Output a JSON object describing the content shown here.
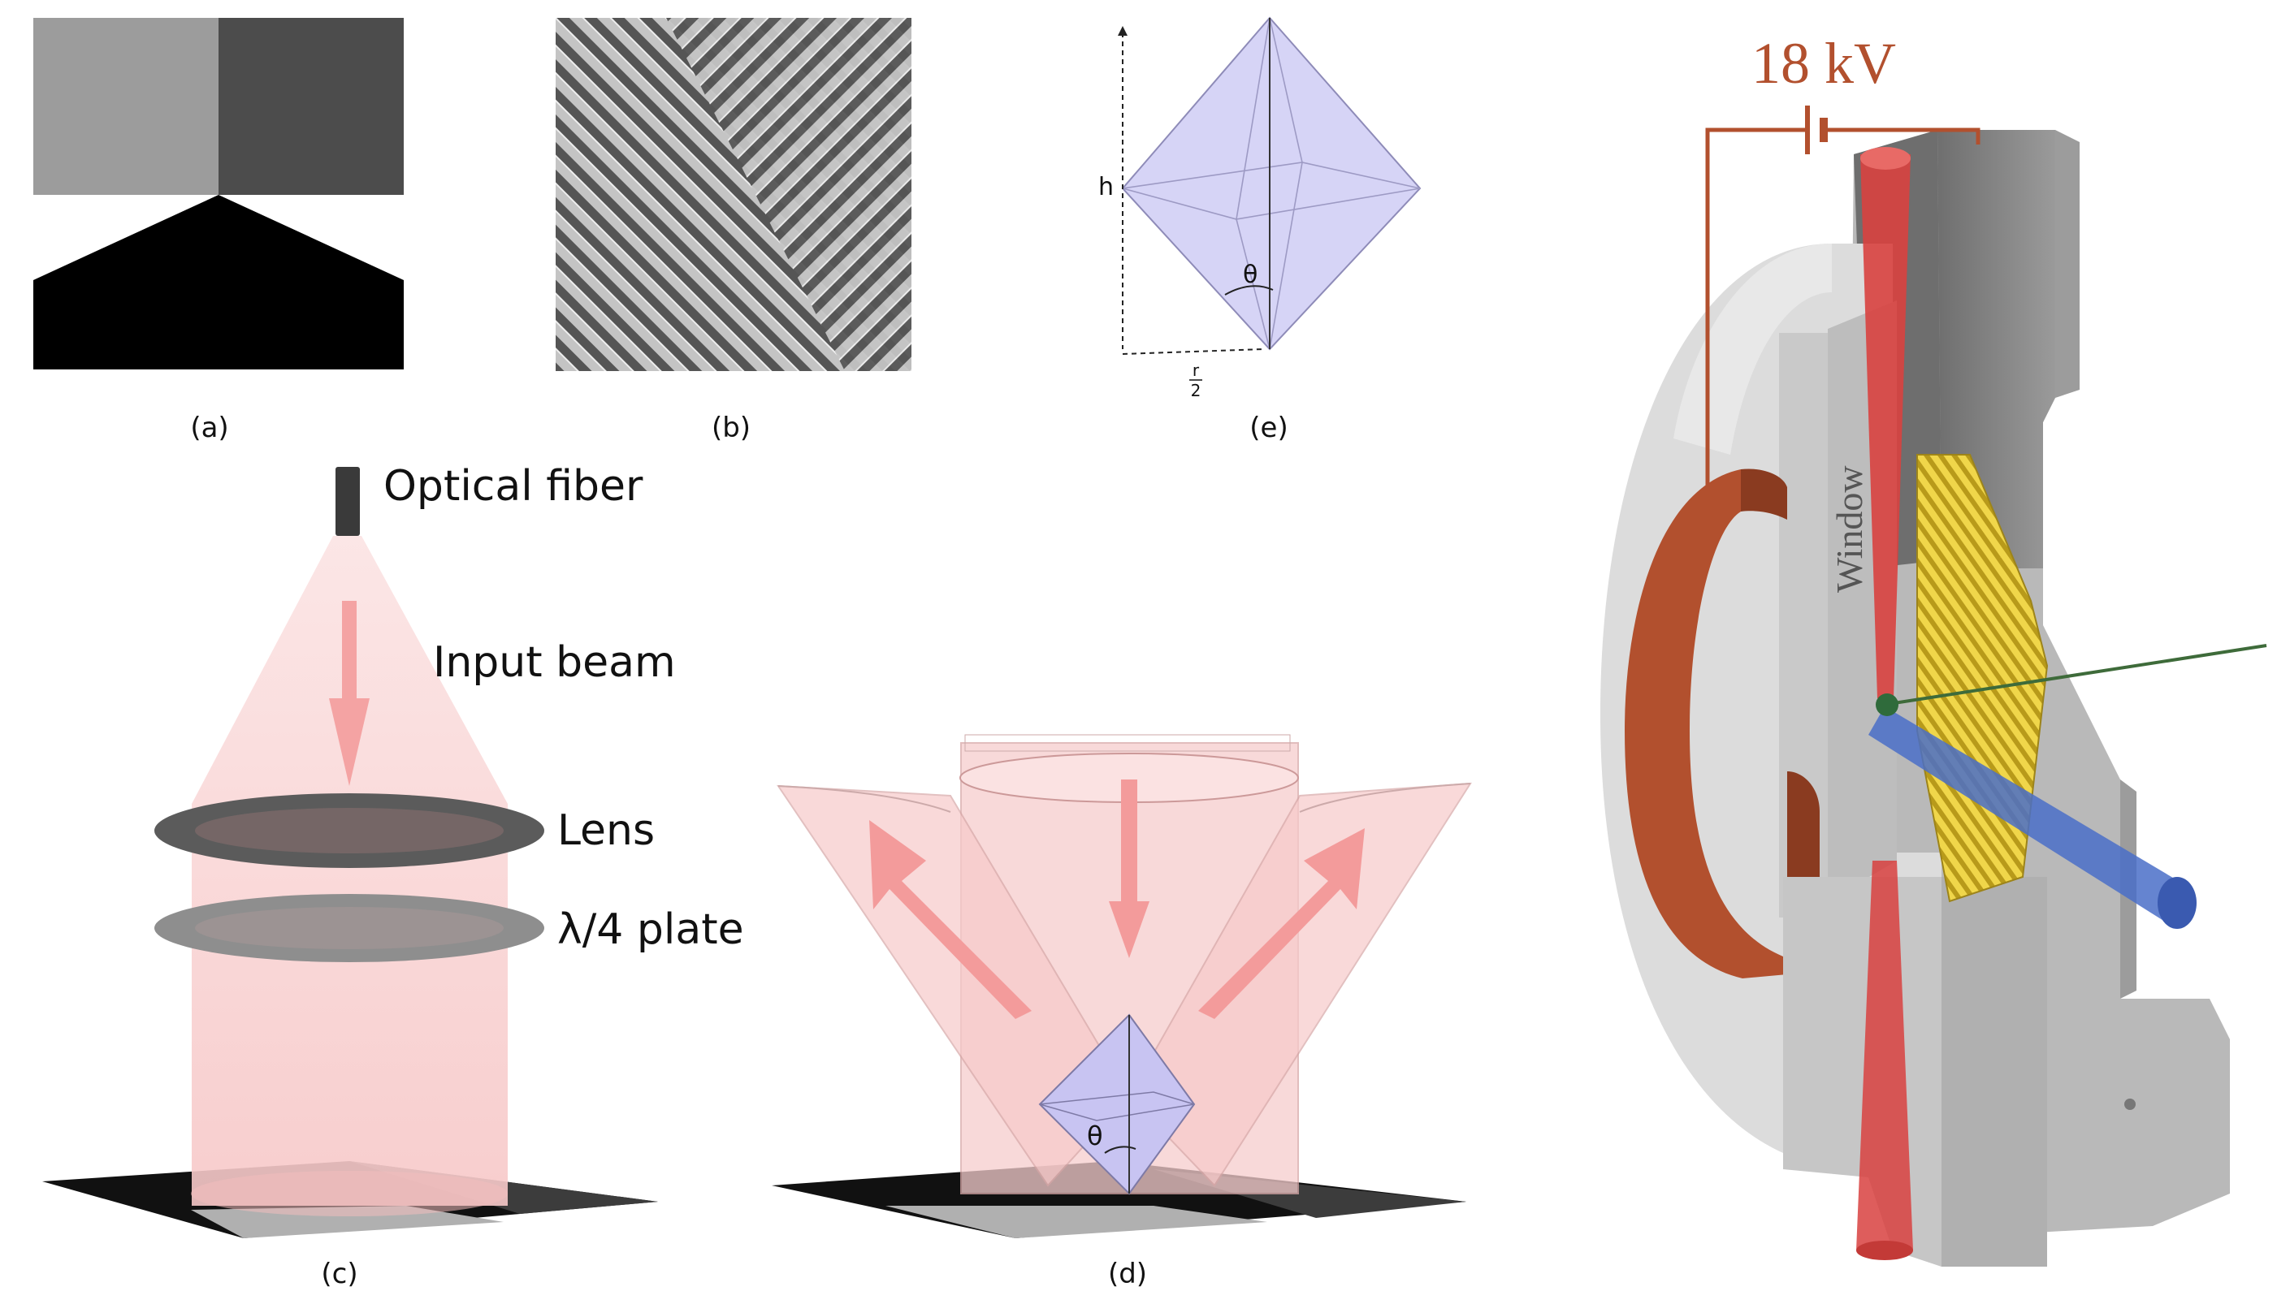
{
  "panels": {
    "a": {
      "caption": "(a)"
    },
    "b": {
      "caption": "(b)"
    },
    "c": {
      "caption": "(c)",
      "labels": {
        "fiber": "Optical fiber",
        "beam": "Input beam",
        "lens": "Lens",
        "plate": "λ/4 plate"
      }
    },
    "d": {
      "caption": "(d)",
      "theta": "θ"
    },
    "e": {
      "caption": "(e)",
      "h": "h",
      "theta": "θ",
      "r_num": "r",
      "r_den": "2"
    },
    "f": {
      "voltage": "18 kV",
      "window": "Window"
    }
  },
  "colors": {
    "beam_pink": "#f7c6c6",
    "arrow_pink": "#f49a9a",
    "octahedron": "#c9c6f2",
    "copper": "#b2502e",
    "gold": "#e7c93a",
    "laser_red": "#d8413f",
    "blue_rod": "#4a6fc8",
    "green_wire": "#3e6b3a",
    "chamber_grey": "#cfcfcf"
  }
}
